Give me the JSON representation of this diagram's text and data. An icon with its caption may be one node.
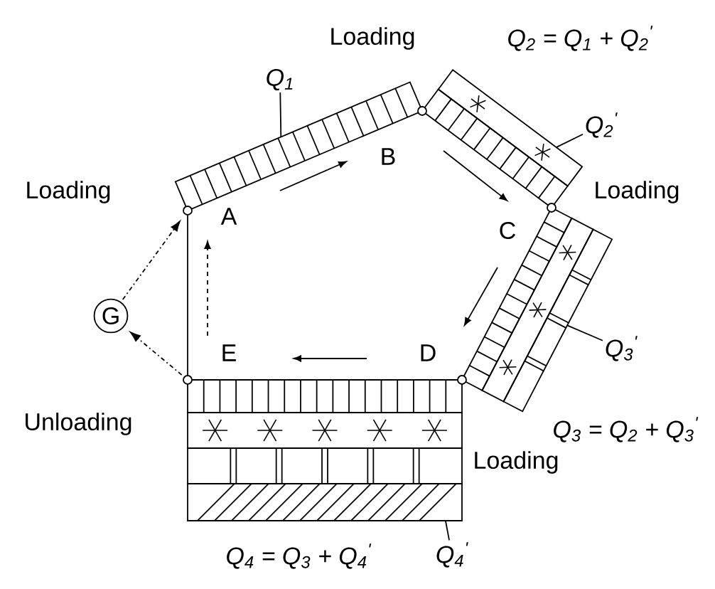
{
  "diagram": {
    "nodes": [
      {
        "text": [
          "Q$_{1}$"
        ]
      },
      {
        "text": [],
        "shape": "bar"
      },
      {
        "text": [
          "Q$_{2}$$^{'}$"
        ]
      },
      {
        "text": [],
        "shape": "bar"
      },
      {
        "text": [],
        "shape": "circle"
      },
      {
        "text": [],
        "shape": "circle"
      },
      {
        "text": [],
        "shape": "circle"
      },
      {
        "text": [
          "G"
        ]
      },
      {
        "text": [],
        "shape": "circle"
      },
      {
        "text": [],
        "shape": "circle"
      },
      {
        "text": [],
        "shape": "bar"
      },
      {
        "text": [
          "Q$_{3}$$^{'}$"
        ]
      },
      {
        "text": [],
        "shape": "bar"
      },
      {
        "text": [
          "Q$_{4}$$^{'}$"
        ]
      }
    ],
    "edges": [
      {
        "from": 7,
        "to": 4,
        "arrow": "to",
        "style": "dashed"
      },
      {
        "from": 8,
        "to": 7,
        "arrow": "to",
        "style": "dashed"
      },
      {
        "from": 8,
        "to": 4,
        "arrow": "none"
      },
      {
        "from": 0,
        "to": 1,
        "arrow": "none"
      },
      {
        "from": 2,
        "to": 3,
        "arrow": "none"
      },
      {
        "from": 11,
        "to": 10,
        "arrow": "none"
      },
      {
        "from": 13,
        "to": 12,
        "arrow": "none"
      }
    ],
    "labels": [
      "Loading",
      "Q$_{2}$ = Q$_{1}$ + Q$_{2}$$^{'}$",
      "Loading",
      "B",
      "Loading",
      "A",
      "C",
      "E",
      "D",
      "Unloading",
      "Q$_{3}$ = Q$_{2}$ + Q$_{3}$$^{'}$",
      "Loading",
      "Q$_{4}$ = Q$_{3}$ + Q$_{4}$$^{'}$"
    ]
  }
}
